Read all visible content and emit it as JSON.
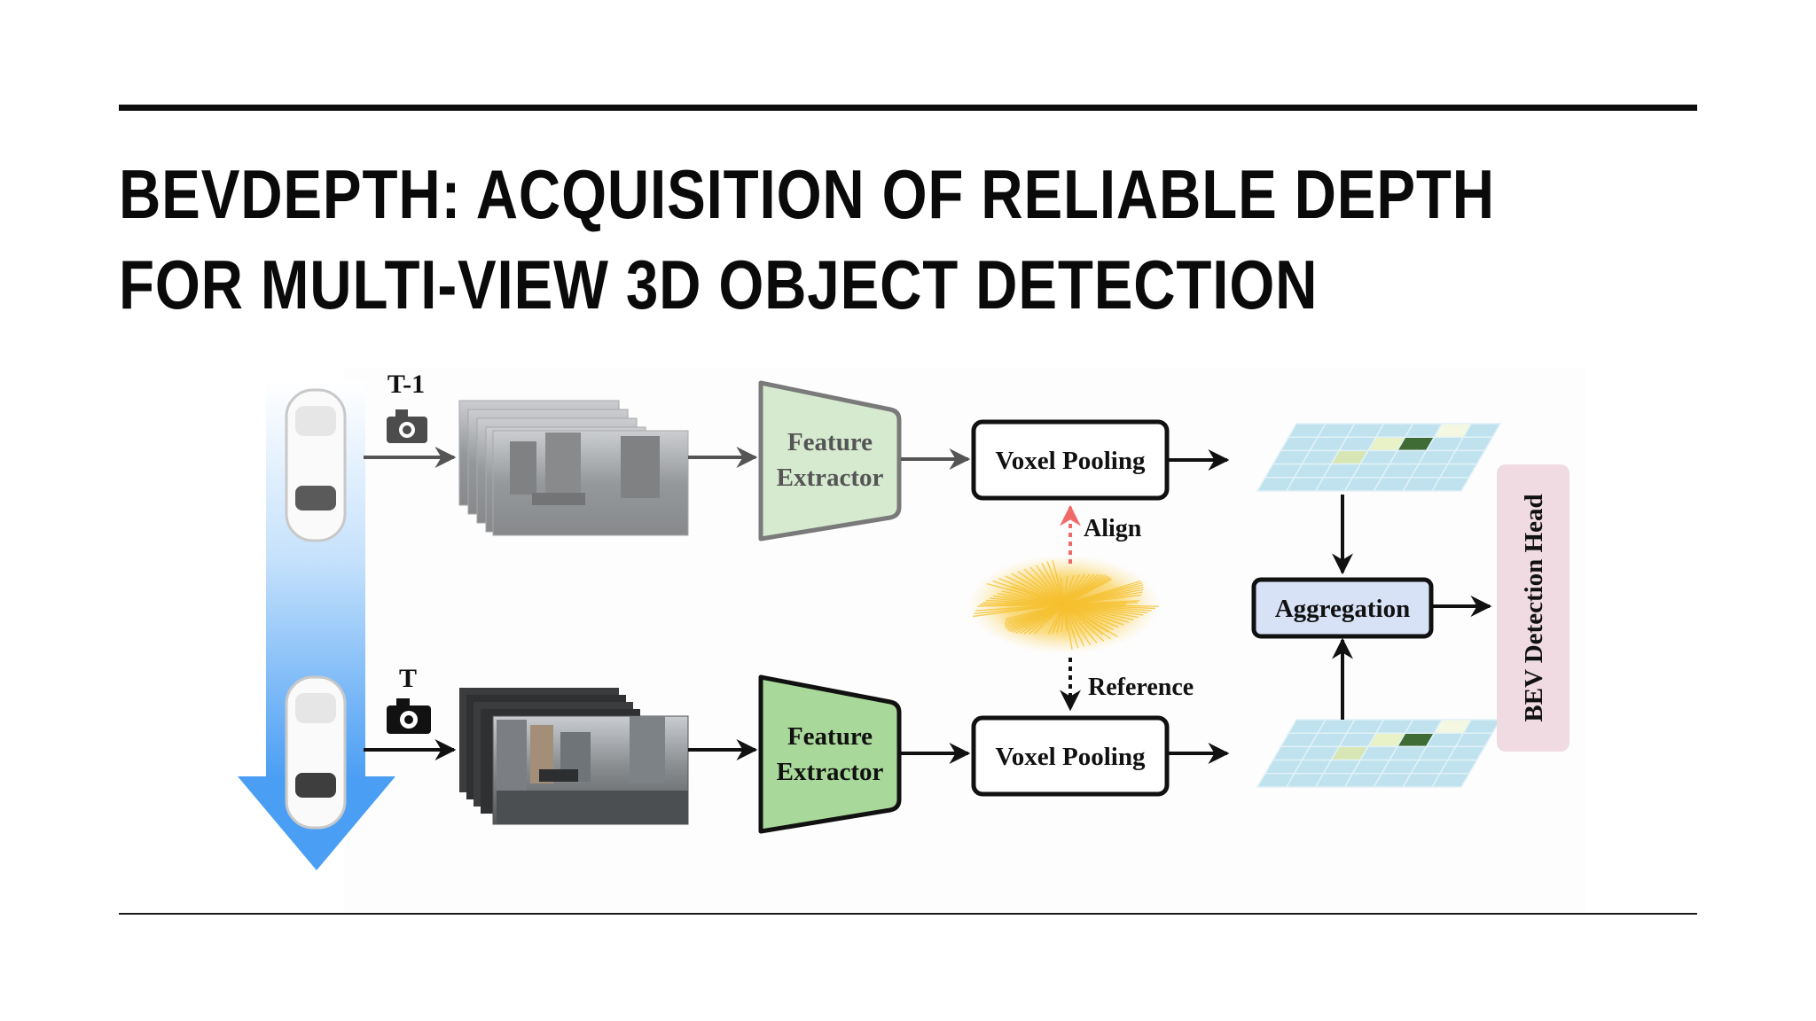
{
  "slide": {
    "title_line1": "BEVDEPTH: ACQUISITION OF RELIABLE DEPTH",
    "title_line2": "FOR MULTI-VIEW 3D OBJECT DETECTION"
  },
  "diagram": {
    "time_prev_label": "T-1",
    "time_curr_label": "T",
    "feature_extractor_top": [
      "Feature",
      "Extractor"
    ],
    "feature_extractor_bottom": [
      "Feature",
      "Extractor"
    ],
    "voxel_pooling_top": "Voxel Pooling",
    "voxel_pooling_bottom": "Voxel Pooling",
    "align_label": "Align",
    "reference_label": "Reference",
    "aggregation_label": "Aggregation",
    "detection_head_label": "BEV Detection Head",
    "colors": {
      "feature_extractor_faded": "#d6ead0",
      "feature_extractor_active": "#a9d99a",
      "aggregation_fill": "#d7e2f7",
      "detection_head_fill": "#f0dbe2",
      "bev_grid": "#bfe2ee",
      "time_arrow": "#5aa9f5",
      "align_arrow": "#f06a6a",
      "point_cloud": "#f7c43a"
    },
    "icons": [
      "car-icon",
      "camera-icon"
    ]
  }
}
